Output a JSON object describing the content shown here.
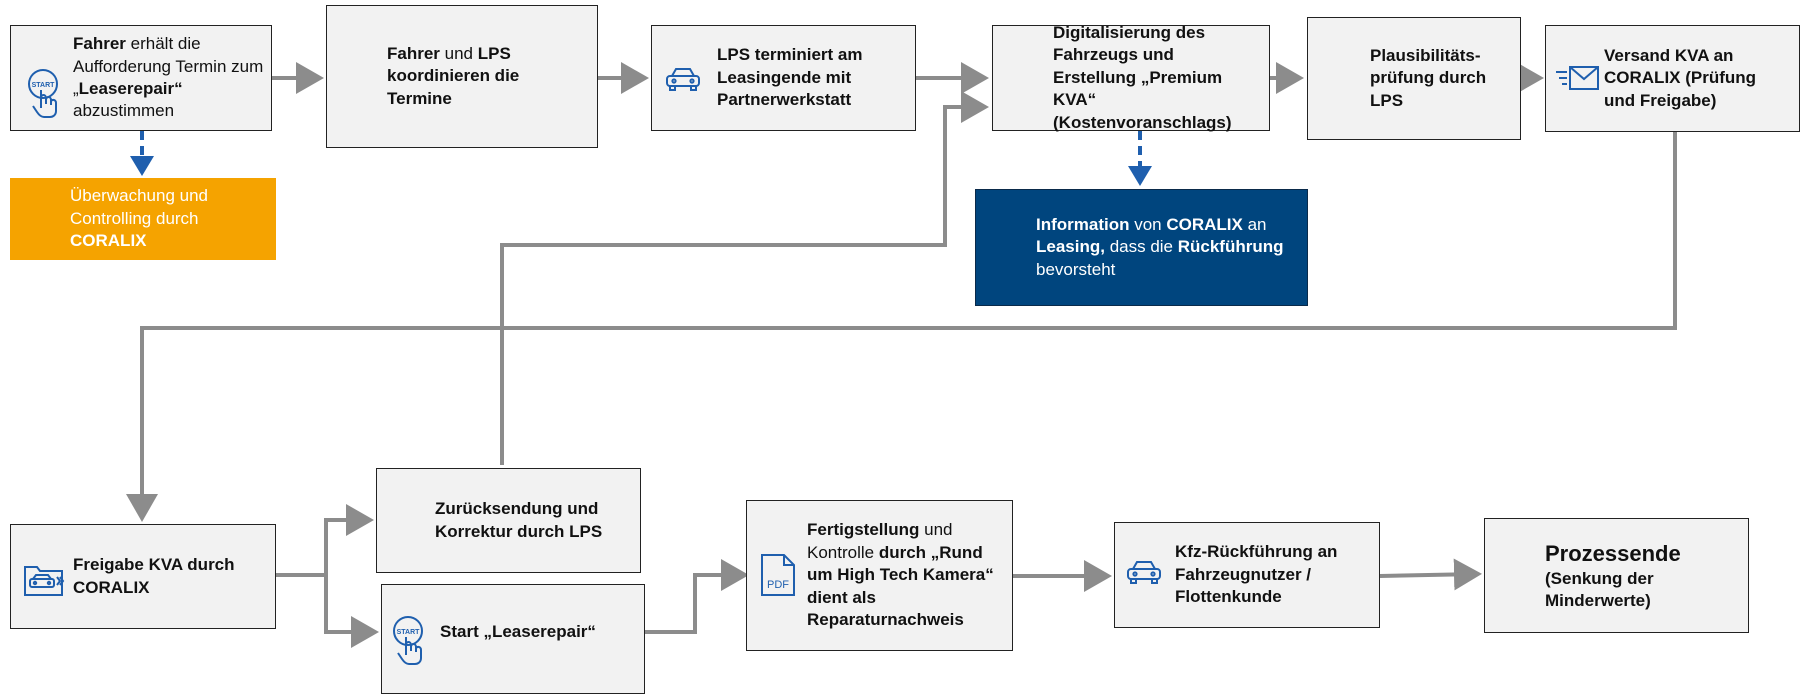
{
  "colors": {
    "connector": "#8c8c8c",
    "dashed": "#1f5fae",
    "orange": "#f5a300",
    "navy": "#00457e",
    "icon": "#1f5fae"
  },
  "icons": [
    "start-hand-icon",
    "car-icon",
    "envelope-icon",
    "car-folder-icon",
    "pdf-icon"
  ],
  "nodes": {
    "n1": {
      "p1": "Fahrer",
      "p2": " erhält die Aufforderung Termin zum „",
      "p3": "Leaserepair“",
      "p4": " abzustimmen"
    },
    "n2": {
      "p1": "Fahrer",
      "p2": " und ",
      "p3": "LPS koordinieren die Termine"
    },
    "n3": {
      "p1": "LPS terminiert am Leasingende mit Partnerwerkstatt"
    },
    "n4": {
      "p1": "Digitalisierung des Fahrzeugs und Erstellung „Premium KVA“ (Kostenvoranschlags)"
    },
    "n5": {
      "p1": "Plausibilitäts-prüfung durch LPS"
    },
    "n6": {
      "p1": "Versand KVA an CORALIX (Prüfung und Freigabe)"
    },
    "orange": {
      "p1": "Überwachung und Controlling durch ",
      "p2": "CORALIX"
    },
    "navy": {
      "p1": "Information",
      "p2": " von ",
      "p3": "CORALIX",
      "p4": " an ",
      "p5": "Leasing,",
      "p6": " dass die ",
      "p7": "Rückführung",
      "p8": " bevorsteht"
    },
    "r1": {
      "p1": "Freigabe KVA durch CORALIX"
    },
    "r2": {
      "p1": "Zurücksendung und Korrektur durch LPS"
    },
    "r3": {
      "p1": "Start „Leaserepair“"
    },
    "r4": {
      "p1": "Fertigstellung",
      "p2": " und Kontrolle ",
      "p3": "durch „Rund um High Tech Kamera“ dient als Reparaturnachweis"
    },
    "r5": {
      "p1": "Kfz-Rückführung an Fahrzeugnutzer / Flottenkunde"
    },
    "r6": {
      "p1": "Prozessende",
      "p2": "(Senkung der Minderwerte)"
    }
  }
}
